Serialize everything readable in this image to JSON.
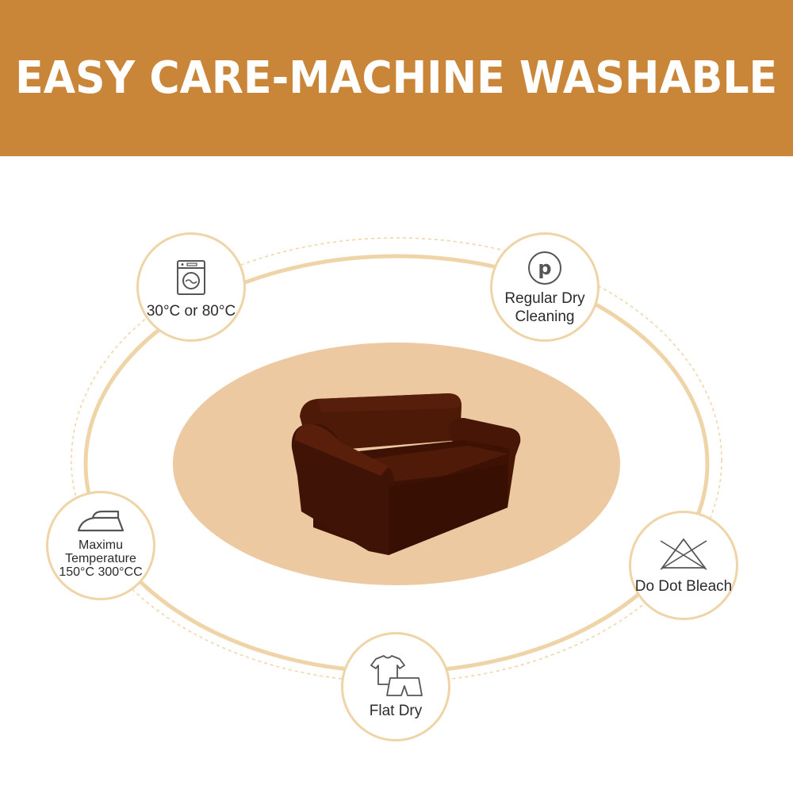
{
  "banner": {
    "title": "EASY CARE-MACHINE WASHABLE",
    "background_color": "#c98538"
  },
  "product": {
    "icon": "sofa-illustration",
    "color": "#4a1808",
    "platform_color": "#ecc9a0"
  },
  "care_badges": {
    "wash": {
      "label": "30°C or 80°C",
      "icon": "washing-machine-icon"
    },
    "dry": {
      "label": "Regular Dry\nCleaning",
      "icon": "dry-clean-p-icon"
    },
    "iron": {
      "label": "Maximu\nTemperature\n150°C  300°CC",
      "icon": "iron-icon"
    },
    "bleach": {
      "label": "Do Dot Bleach",
      "icon": "do-not-bleach-icon"
    },
    "flat": {
      "label": "Flat Dry",
      "icon": "clothes-icon"
    }
  },
  "accent_ring_color": "#efd4a8"
}
